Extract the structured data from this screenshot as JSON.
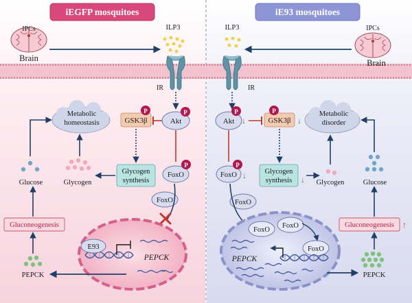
{
  "left_panel": {
    "title": "iEGFP mosquitoes",
    "ipc_label": "IPCs",
    "brain_label": "Brain",
    "ilp3_label": "ILP3",
    "ir_label": "IR",
    "akt_label": "Akt",
    "gsk3b_label": "GSK3β",
    "metabolic_label_1": "Metabolic",
    "metabolic_label_2": "homeostasis",
    "glycogen_synthesis_1": "Glycogen",
    "glycogen_synthesis_2": "synthesis",
    "glycogen_label": "Glycogen",
    "glucose_label": "Glucose",
    "foxo_label": "FoxO",
    "foxo_free_label": "FoxO",
    "gluconeogenesis_label": "Gluconeogenesis",
    "pepck_dots_label": "PEPCK",
    "e93_label": "E93",
    "pepck_gene_label": "PEPCK",
    "phospho_mark": "P"
  },
  "right_panel": {
    "title": "iE93 mosquitoes",
    "ipc_label": "IPCs",
    "brain_label": "Brain",
    "ilp3_label": "ILP3",
    "ir_label": "IR",
    "akt_label": "Akt",
    "gsk3b_label": "GSK3β",
    "metabolic_label_1": "Metabolic",
    "metabolic_label_2": "disorder",
    "glycogen_synthesis_1": "Glycogen",
    "glycogen_synthesis_2": "synthesis",
    "glycogen_label": "Glycogen",
    "glucose_label": "Glucose",
    "foxo_label": "FoxO",
    "foxo_free_label": "FoxO",
    "foxo_nuc_1": "FoxO",
    "foxo_nuc_2": "FoxO",
    "foxo_nuc_3": "FoxO",
    "gluconeogenesis_label": "Gluconeogenesis",
    "pepck_dots_label": "PEPCK",
    "pepck_gene_label": "PEPCK",
    "phospho_mark": "P",
    "down_arrow": "↓",
    "up_arrow": "↑"
  },
  "colors": {
    "left_title_bg": "#d9487a",
    "right_title_bg": "#8e95d6",
    "left_bg": "#fbe3ea",
    "right_bg": "#e6e7f4",
    "membrane": "#e09aa8",
    "receptor": "#5f93a6",
    "ilp3_dot": "#f2cf4c",
    "phospho": "#b0184f",
    "gsk3b_box": "#f4cbb0",
    "glycogen_box": "#b9e4e2",
    "gluconeo_box": "#f8d9df",
    "cloud": "#cfd6ea",
    "glucose_dot": "#6fa6c9",
    "glycogen_dot": "#f2a9bd",
    "pepck_dot": "#7dc37b",
    "left_nucleus": "#e58aa6",
    "right_nucleus": "#a7add8",
    "arrow": "#1f3f66",
    "inhibit_red": "#c0392b",
    "down_green": "#2e8b57",
    "up_red": "#c0392b"
  }
}
